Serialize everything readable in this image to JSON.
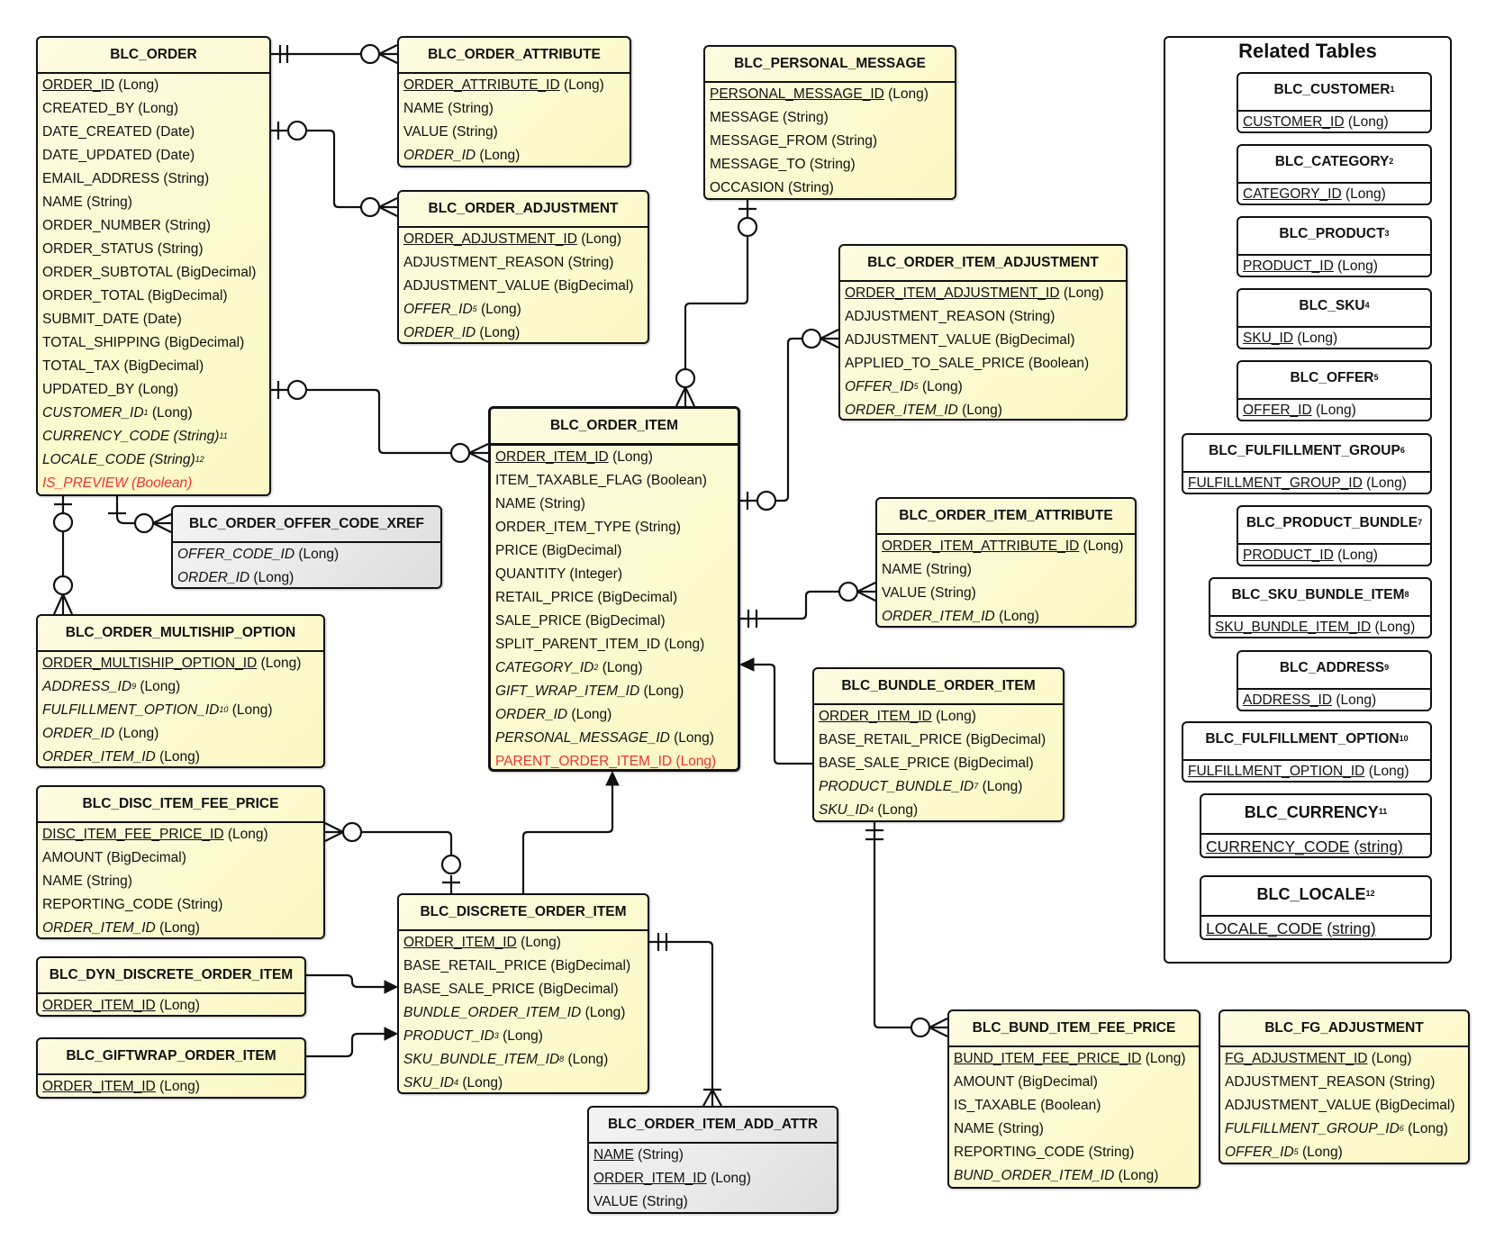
{
  "diagram_title": "Broadleaf Order ER Diagram",
  "colors": {
    "entity_fill": "#fcfacf",
    "gray_fill": "#e8e8e8",
    "line": "#111111",
    "new_field": "#ee3333"
  },
  "tables": {
    "order": {
      "name": "BLC_ORDER",
      "fields": [
        {
          "name": "ORDER_ID",
          "type": "(Long)",
          "kind": "pk"
        },
        {
          "name": "CREATED_BY",
          "type": "(Long)"
        },
        {
          "name": "DATE_CREATED",
          "type": "(Date)"
        },
        {
          "name": "DATE_UPDATED",
          "type": "(Date)"
        },
        {
          "name": "EMAIL_ADDRESS",
          "type": "(String)"
        },
        {
          "name": "NAME",
          "type": "(String)"
        },
        {
          "name": "ORDER_NUMBER",
          "type": "(String)"
        },
        {
          "name": "ORDER_STATUS",
          "type": "(String)"
        },
        {
          "name": "ORDER_SUBTOTAL",
          "type": "(BigDecimal)"
        },
        {
          "name": "ORDER_TOTAL",
          "type": "(BigDecimal)"
        },
        {
          "name": "SUBMIT_DATE",
          "type": "(Date)"
        },
        {
          "name": "TOTAL_SHIPPING",
          "type": "(BigDecimal)"
        },
        {
          "name": "TOTAL_TAX",
          "type": "(BigDecimal)"
        },
        {
          "name": "UPDATED_BY",
          "type": "(Long)"
        },
        {
          "name": "CUSTOMER_ID",
          "sup": "1",
          "type": "(Long)",
          "kind": "fk"
        },
        {
          "name": "CURRENCY_CODE (String)",
          "sup": "11",
          "type": "",
          "kind": "allit"
        },
        {
          "name": "LOCALE_CODE (String)",
          "sup": "12",
          "type": "",
          "kind": "allit"
        },
        {
          "name": "IS_PREVIEW (Boolean)",
          "type": "",
          "kind": "red-it"
        }
      ]
    },
    "order_attribute": {
      "name": "BLC_ORDER_ATTRIBUTE",
      "fields": [
        {
          "name": "ORDER_ATTRIBUTE_ID",
          "type": "(Long)",
          "kind": "pk"
        },
        {
          "name": "NAME",
          "type": "(String)"
        },
        {
          "name": "VALUE",
          "type": "(String)"
        },
        {
          "name": "ORDER_ID",
          "type": "(Long)",
          "kind": "fk"
        }
      ]
    },
    "order_adjustment": {
      "name": "BLC_ORDER_ADJUSTMENT",
      "fields": [
        {
          "name": "ORDER_ADJUSTMENT_ID",
          "type": "(Long)",
          "kind": "pk"
        },
        {
          "name": "ADJUSTMENT_REASON",
          "type": "(String)"
        },
        {
          "name": "ADJUSTMENT_VALUE",
          "type": "(BigDecimal)"
        },
        {
          "name": "OFFER_ID",
          "sup": "5",
          "type": "(Long)",
          "kind": "fk"
        },
        {
          "name": "ORDER_ID",
          "type": "(Long)",
          "kind": "fk"
        }
      ]
    },
    "personal_message": {
      "name": "BLC_PERSONAL_MESSAGE",
      "fields": [
        {
          "name": "PERSONAL_MESSAGE_ID",
          "type": "(Long)",
          "kind": "pk"
        },
        {
          "name": "MESSAGE",
          "type": "(String)"
        },
        {
          "name": "MESSAGE_FROM",
          "type": "(String)"
        },
        {
          "name": "MESSAGE_TO",
          "type": "(String)"
        },
        {
          "name": "OCCASION",
          "type": "(String)"
        }
      ]
    },
    "order_item_adjustment": {
      "name": "BLC_ORDER_ITEM_ADJUSTMENT",
      "fields": [
        {
          "name": "ORDER_ITEM_ADJUSTMENT_ID",
          "type": "(Long)",
          "kind": "pk"
        },
        {
          "name": "ADJUSTMENT_REASON",
          "type": "(String)"
        },
        {
          "name": "ADJUSTMENT_VALUE",
          "type": "(BigDecimal)"
        },
        {
          "name": "APPLIED_TO_SALE_PRICE",
          "type": "(Boolean)"
        },
        {
          "name": "OFFER_ID",
          "sup": "5",
          "type": "(Long)",
          "kind": "fk"
        },
        {
          "name": "ORDER_ITEM_ID",
          "type": "(Long)",
          "kind": "fk"
        }
      ]
    },
    "order_item": {
      "name": "BLC_ORDER_ITEM",
      "fields": [
        {
          "name": "ORDER_ITEM_ID",
          "type": "(Long)",
          "kind": "pk"
        },
        {
          "name": "ITEM_TAXABLE_FLAG",
          "type": "(Boolean)"
        },
        {
          "name": "NAME",
          "type": "(String)"
        },
        {
          "name": "ORDER_ITEM_TYPE",
          "type": "(String)"
        },
        {
          "name": "PRICE",
          "type": "(BigDecimal)"
        },
        {
          "name": "QUANTITY",
          "type": "(Integer)"
        },
        {
          "name": "RETAIL_PRICE",
          "type": "(BigDecimal)"
        },
        {
          "name": "SALE_PRICE",
          "type": "(BigDecimal)"
        },
        {
          "name": "SPLIT_PARENT_ITEM_ID",
          "type": "(Long)"
        },
        {
          "name": "CATEGORY_ID",
          "sup": "2",
          "type": "(Long)",
          "kind": "fk"
        },
        {
          "name": "GIFT_WRAP_ITEM_ID",
          "type": "(Long)",
          "kind": "fk"
        },
        {
          "name": "ORDER_ID",
          "type": "(Long)",
          "kind": "fk"
        },
        {
          "name": "PERSONAL_MESSAGE_ID",
          "type": "(Long)",
          "kind": "fk"
        },
        {
          "name": "PARENT_ORDER_ITEM_ID",
          "type": "(Long)",
          "kind": "red"
        }
      ]
    },
    "order_item_attribute": {
      "name": "BLC_ORDER_ITEM_ATTRIBUTE",
      "fields": [
        {
          "name": "ORDER_ITEM_ATTRIBUTE_ID",
          "type": "(Long)",
          "kind": "pk"
        },
        {
          "name": "NAME",
          "type": "(String)"
        },
        {
          "name": "VALUE",
          "type": "(String)"
        },
        {
          "name": "ORDER_ITEM_ID",
          "type": "(Long)",
          "kind": "fk"
        }
      ]
    },
    "bundle_order_item": {
      "name": "BLC_BUNDLE_ORDER_ITEM",
      "fields": [
        {
          "name": "ORDER_ITEM_ID",
          "type": "(Long)",
          "kind": "pk"
        },
        {
          "name": "BASE_RETAIL_PRICE",
          "type": "(BigDecimal)"
        },
        {
          "name": "BASE_SALE_PRICE",
          "type": "(BigDecimal)"
        },
        {
          "name": "PRODUCT_BUNDLE_ID",
          "sup": "7",
          "type": "(Long)",
          "kind": "fk"
        },
        {
          "name": "SKU_ID",
          "sup": "4",
          "type": "(Long)",
          "kind": "fk"
        }
      ]
    },
    "order_offer_code_xref": {
      "name": "BLC_ORDER_OFFER_CODE_XREF",
      "fields": [
        {
          "name": "OFFER_CODE_ID",
          "type": "(Long)",
          "kind": "fk"
        },
        {
          "name": "ORDER_ID",
          "type": "(Long)",
          "kind": "fk"
        }
      ]
    },
    "order_multiship_option": {
      "name": "BLC_ORDER_MULTISHIP_OPTION",
      "fields": [
        {
          "name": "ORDER_MULTISHIP_OPTION_ID",
          "type": "(Long)",
          "kind": "pk"
        },
        {
          "name": "ADDRESS_ID",
          "sup": "9",
          "type": "(Long)",
          "kind": "fk"
        },
        {
          "name": "FULFILLMENT_OPTION_ID",
          "sup": "10",
          "type": "(Long)",
          "kind": "fk"
        },
        {
          "name": "ORDER_ID",
          "type": "(Long)",
          "kind": "fk"
        },
        {
          "name": "ORDER_ITEM_ID",
          "type": "(Long)",
          "kind": "fk"
        }
      ]
    },
    "disc_item_fee_price": {
      "name": "BLC_DISC_ITEM_FEE_PRICE",
      "fields": [
        {
          "name": "DISC_ITEM_FEE_PRICE_ID",
          "type": "(Long)",
          "kind": "pk"
        },
        {
          "name": "AMOUNT",
          "type": "(BigDecimal)"
        },
        {
          "name": "NAME",
          "type": "(String)"
        },
        {
          "name": "REPORTING_CODE",
          "type": "(String)"
        },
        {
          "name": "ORDER_ITEM_ID",
          "type": "(Long)",
          "kind": "fk"
        }
      ]
    },
    "discrete_order_item": {
      "name": "BLC_DISCRETE_ORDER_ITEM",
      "fields": [
        {
          "name": "ORDER_ITEM_ID",
          "type": "(Long)",
          "kind": "pk"
        },
        {
          "name": "BASE_RETAIL_PRICE",
          "type": "(BigDecimal)"
        },
        {
          "name": "BASE_SALE_PRICE",
          "type": "(BigDecimal)"
        },
        {
          "name": "BUNDLE_ORDER_ITEM_ID",
          "type": "(Long)",
          "kind": "fk"
        },
        {
          "name": "PRODUCT_ID",
          "sup": "3",
          "type": "(Long)",
          "kind": "fk"
        },
        {
          "name": "SKU_BUNDLE_ITEM_ID",
          "sup": "8",
          "type": "(Long)",
          "kind": "fk"
        },
        {
          "name": "SKU_ID",
          "sup": "4",
          "type": "(Long)",
          "kind": "fk"
        }
      ]
    },
    "dyn_discrete_order_item": {
      "name": "BLC_DYN_DISCRETE_ORDER_ITEM",
      "fields": [
        {
          "name": "ORDER_ITEM_ID",
          "type": "(Long)",
          "kind": "pk"
        }
      ]
    },
    "giftwrap_order_item": {
      "name": "BLC_GIFTWRAP_ORDER_ITEM",
      "fields": [
        {
          "name": "ORDER_ITEM_ID",
          "type": "(Long)",
          "kind": "pk"
        }
      ]
    },
    "order_item_add_attr": {
      "name": "BLC_ORDER_ITEM_ADD_ATTR",
      "fields": [
        {
          "name": "NAME",
          "type": "(String)",
          "kind": "pk"
        },
        {
          "name": "ORDER_ITEM_ID",
          "type": "(Long)",
          "kind": "pk"
        },
        {
          "name": "VALUE",
          "type": "(String)"
        }
      ]
    },
    "bund_item_fee_price": {
      "name": "BLC_BUND_ITEM_FEE_PRICE",
      "fields": [
        {
          "name": "BUND_ITEM_FEE_PRICE_ID",
          "type": "(Long)",
          "kind": "pk"
        },
        {
          "name": "AMOUNT",
          "type": "(BigDecimal)"
        },
        {
          "name": "IS_TAXABLE",
          "type": "(Boolean)"
        },
        {
          "name": "NAME",
          "type": "(String)"
        },
        {
          "name": "REPORTING_CODE",
          "type": "(String)"
        },
        {
          "name": "BUND_ORDER_ITEM_ID",
          "type": "(Long)",
          "kind": "fk"
        }
      ]
    },
    "fg_adjustment": {
      "name": "BLC_FG_ADJUSTMENT",
      "fields": [
        {
          "name": "FG_ADJUSTMENT_ID",
          "type": "(Long)",
          "kind": "pk"
        },
        {
          "name": "ADJUSTMENT_REASON",
          "type": "(String)"
        },
        {
          "name": "ADJUSTMENT_VALUE",
          "type": "(BigDecimal)"
        },
        {
          "name": "FULFILLMENT_GROUP_ID",
          "sup": "6",
          "type": "(Long)",
          "kind": "fk"
        },
        {
          "name": "OFFER_ID",
          "sup": "5",
          "type": "(Long)",
          "kind": "fk"
        }
      ]
    }
  },
  "related": {
    "title": "Related Tables",
    "tables": [
      {
        "name": "BLC_CUSTOMER",
        "sup": "1",
        "key": "CUSTOMER_ID",
        "type": "(Long)"
      },
      {
        "name": "BLC_CATEGORY",
        "sup": "2",
        "key": "CATEGORY_ID",
        "type": "(Long)"
      },
      {
        "name": "BLC_PRODUCT",
        "sup": "3",
        "key": "PRODUCT_ID",
        "type": "(Long)"
      },
      {
        "name": "BLC_SKU",
        "sup": "4",
        "key": "SKU_ID",
        "type": "(Long)"
      },
      {
        "name": "BLC_OFFER",
        "sup": "5",
        "key": "OFFER_ID",
        "type": "(Long)"
      },
      {
        "name": "BLC_FULFILLMENT_GROUP",
        "sup": "6",
        "key": "FULFILLMENT_GROUP_ID",
        "type": "(Long)"
      },
      {
        "name": "BLC_PRODUCT_BUNDLE",
        "sup": "7",
        "key": "PRODUCT_ID",
        "type": "(Long)"
      },
      {
        "name": "BLC_SKU_BUNDLE_ITEM",
        "sup": "8",
        "key": "SKU_BUNDLE_ITEM_ID",
        "type": "(Long)"
      },
      {
        "name": "BLC_ADDRESS",
        "sup": "9",
        "key": "ADDRESS_ID",
        "type": "(Long)"
      },
      {
        "name": "BLC_FULFILLMENT_OPTION",
        "sup": "10",
        "key": "FULFILLMENT_OPTION_ID",
        "type": "(Long)"
      },
      {
        "name": "BLC_CURRENCY",
        "sup": "11",
        "key": "CURRENCY_CODE",
        "type": "(string)",
        "big": true
      },
      {
        "name": "BLC_LOCALE",
        "sup": "12",
        "key": "LOCALE_CODE",
        "type": "(string)",
        "big": true
      }
    ]
  },
  "relationships": [
    {
      "from": "BLC_ORDER",
      "to": "BLC_ORDER_ATTRIBUTE",
      "from_end": "one-and-only-one",
      "to_end": "zero-or-many"
    },
    {
      "from": "BLC_ORDER",
      "to": "BLC_ORDER_ADJUSTMENT",
      "from_end": "zero-or-one",
      "to_end": "zero-or-many"
    },
    {
      "from": "BLC_ORDER",
      "to": "BLC_ORDER_ITEM",
      "from_end": "zero-or-one",
      "to_end": "zero-or-many"
    },
    {
      "from": "BLC_ORDER",
      "to": "BLC_ORDER_OFFER_CODE_XREF",
      "from_end": "one",
      "to_end": "zero-or-many"
    },
    {
      "from": "BLC_ORDER",
      "to": "BLC_ORDER_MULTISHIP_OPTION",
      "from_end": "zero-or-one",
      "to_end": "zero-or-many"
    },
    {
      "from": "BLC_PERSONAL_MESSAGE",
      "to": "BLC_ORDER_ITEM",
      "from_end": "zero-or-one",
      "to_end": "zero-or-many"
    },
    {
      "from": "BLC_ORDER_ITEM",
      "to": "BLC_ORDER_ITEM_ADJUSTMENT",
      "from_end": "zero-or-one",
      "to_end": "zero-or-many"
    },
    {
      "from": "BLC_ORDER_ITEM",
      "to": "BLC_ORDER_ITEM_ATTRIBUTE",
      "from_end": "one-and-only-one",
      "to_end": "zero-or-many"
    },
    {
      "from": "BLC_BUNDLE_ORDER_ITEM",
      "to": "BLC_ORDER_ITEM",
      "type": "inheritance"
    },
    {
      "from": "BLC_DISCRETE_ORDER_ITEM",
      "to": "BLC_ORDER_ITEM",
      "type": "inheritance"
    },
    {
      "from": "BLC_DYN_DISCRETE_ORDER_ITEM",
      "to": "BLC_DISCRETE_ORDER_ITEM",
      "type": "inheritance"
    },
    {
      "from": "BLC_GIFTWRAP_ORDER_ITEM",
      "to": "BLC_DISCRETE_ORDER_ITEM",
      "type": "inheritance"
    },
    {
      "from": "BLC_DISCRETE_ORDER_ITEM",
      "to": "BLC_DISC_ITEM_FEE_PRICE",
      "from_end": "zero-or-one",
      "to_end": "zero-or-many"
    },
    {
      "from": "BLC_DISCRETE_ORDER_ITEM",
      "to": "BLC_ORDER_ITEM_ADD_ATTR",
      "from_end": "one-and-only-one",
      "to_end": "one-or-many"
    },
    {
      "from": "BLC_BUNDLE_ORDER_ITEM",
      "to": "BLC_BUND_ITEM_FEE_PRICE",
      "from_end": "one-and-only-one",
      "to_end": "zero-or-many"
    }
  ]
}
